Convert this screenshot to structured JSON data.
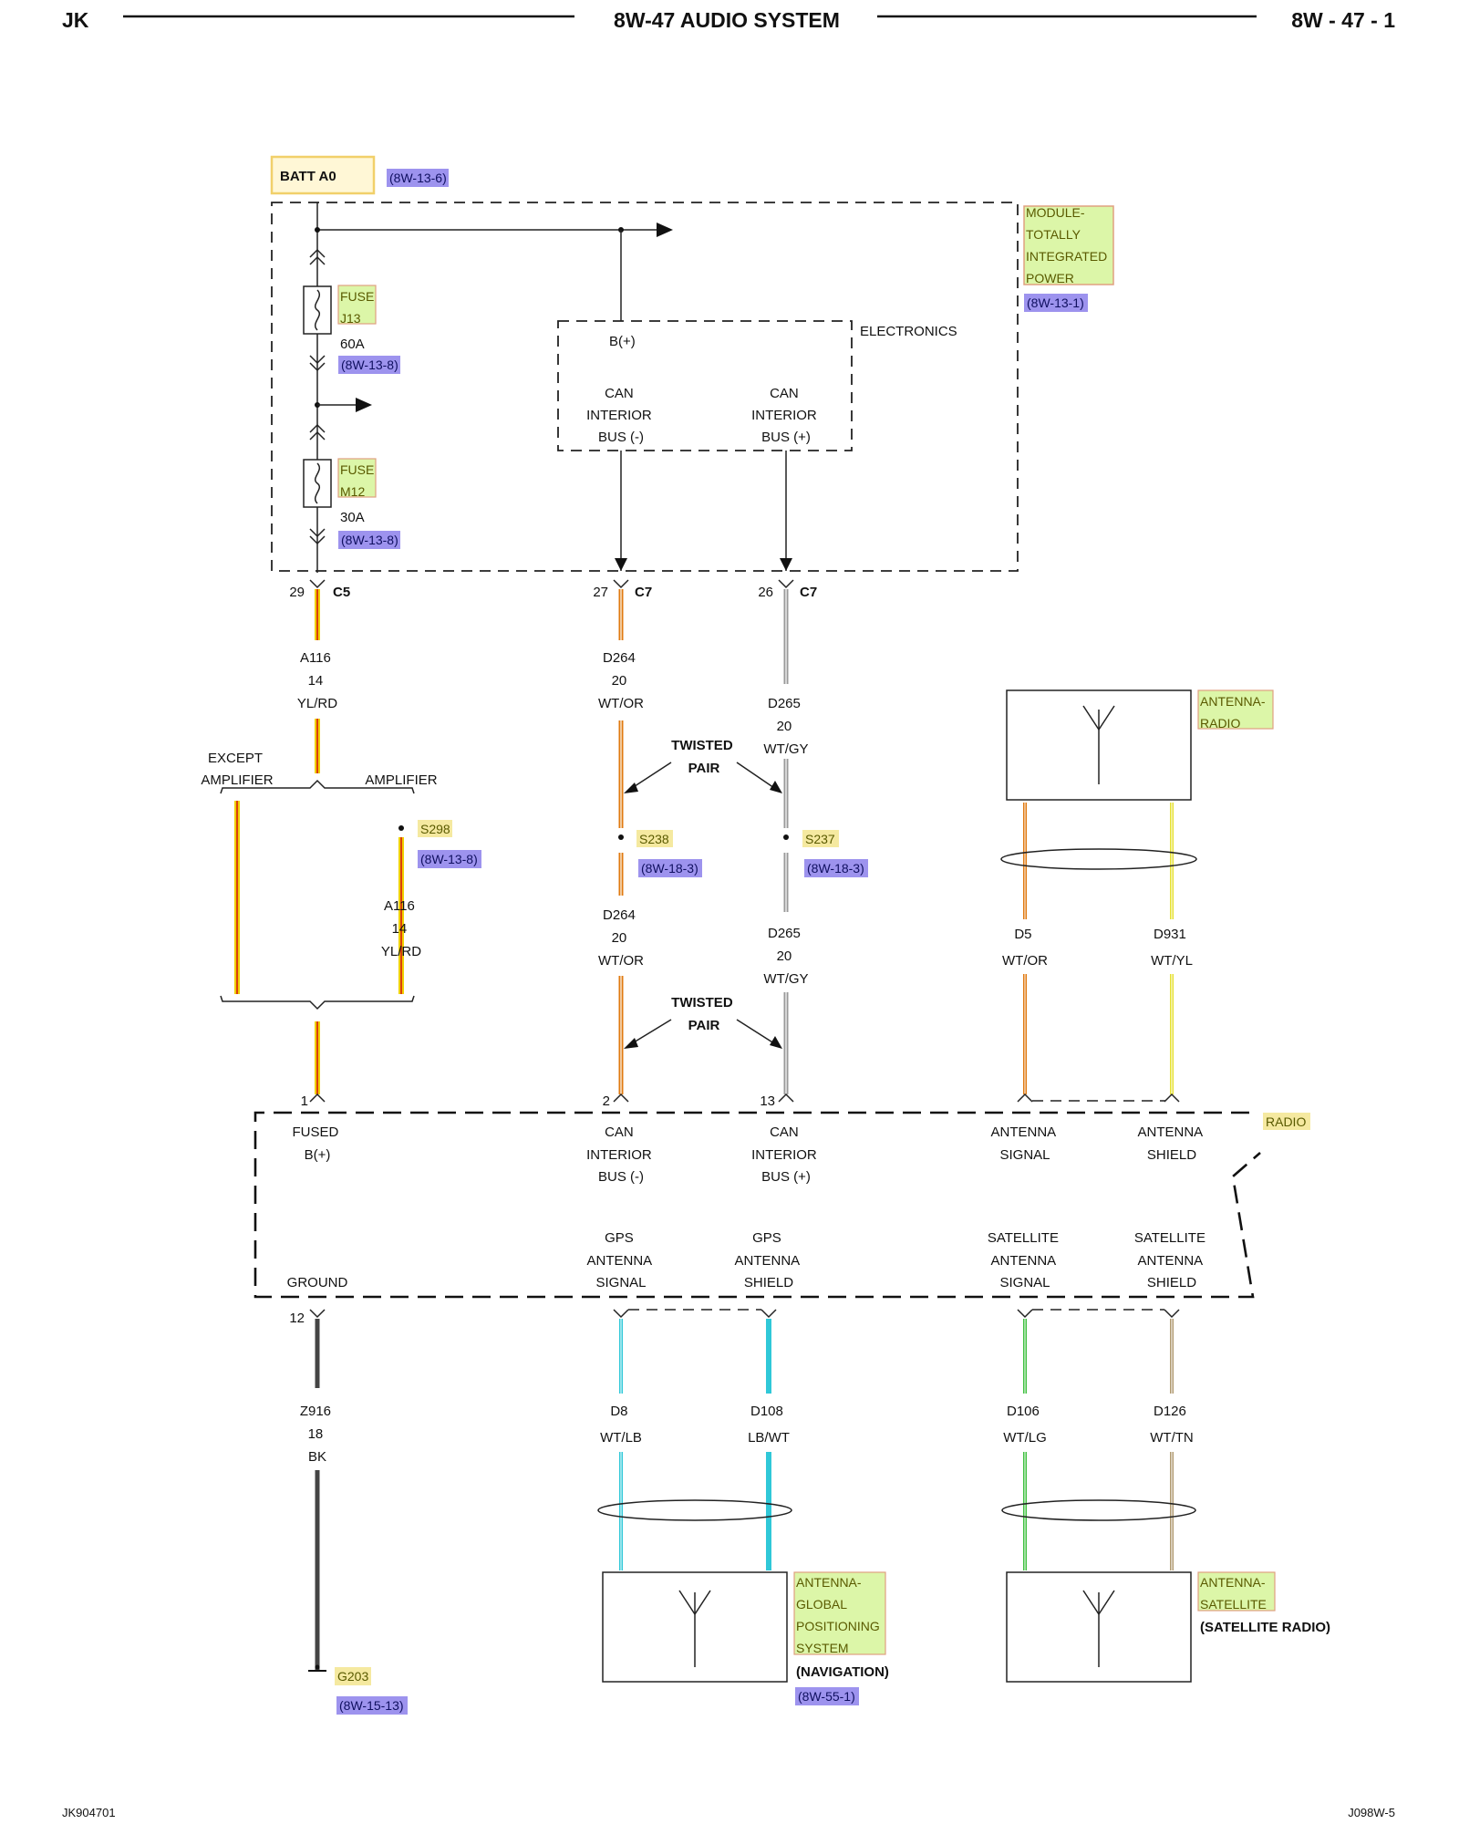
{
  "header": {
    "left": "JK",
    "title": "8W-47 AUDIO SYSTEM",
    "right": "8W - 47 - 1"
  },
  "footer": {
    "left": "JK904701",
    "right": "J098W-5"
  },
  "power": {
    "source": "BATT A0",
    "source_ref": "(8W-13-6)",
    "module_name": [
      "MODULE-",
      "TOTALLY",
      "INTEGRATED",
      "POWER"
    ],
    "module_ref": "(8W-13-1)",
    "electronics": "ELECTRONICS",
    "b_plus": "B(+)",
    "can_minus": [
      "CAN",
      "INTERIOR",
      "BUS (-)"
    ],
    "can_plus": [
      "CAN",
      "INTERIOR",
      "BUS (+)"
    ]
  },
  "fuses": [
    {
      "label": [
        "FUSE",
        "J13"
      ],
      "rating": "60A",
      "ref": "(8W-13-8)"
    },
    {
      "label": [
        "FUSE",
        "M12"
      ],
      "rating": "30A",
      "ref": "(8W-13-8)"
    }
  ],
  "connectors": {
    "c5_pin": "29",
    "c5": "C5",
    "c7a_pin": "27",
    "c7a": "C7",
    "c7b_pin": "26",
    "c7b": "C7"
  },
  "wires": {
    "a116_top": [
      "A116",
      "14",
      "YL/RD"
    ],
    "a116_mid": [
      "A116",
      "14",
      "YL/RD"
    ],
    "d264_top": [
      "D264",
      "20",
      "WT/OR"
    ],
    "d264_bot": [
      "D264",
      "20",
      "WT/OR"
    ],
    "d265_top": [
      "D265",
      "20",
      "WT/GY"
    ],
    "d265_bot": [
      "D265",
      "20",
      "WT/GY"
    ],
    "d5": [
      "D5",
      "WT/OR"
    ],
    "d931": [
      "D931",
      "WT/YL"
    ],
    "z916": [
      "Z916",
      "18",
      "BK"
    ],
    "d8": [
      "D8",
      "WT/LB"
    ],
    "d108": [
      "D108",
      "LB/WT"
    ],
    "d106": [
      "D106",
      "WT/LG"
    ],
    "d126": [
      "D126",
      "WT/TN"
    ]
  },
  "branch": {
    "except": [
      "EXCEPT",
      "AMPLIFIER"
    ],
    "amp": "AMPLIFIER"
  },
  "twisted_pair": [
    "TWISTED",
    "PAIR"
  ],
  "splices": [
    {
      "id": "S298",
      "ref": "(8W-13-8)"
    },
    {
      "id": "S238",
      "ref": "(8W-18-3)"
    },
    {
      "id": "S237",
      "ref": "(8W-18-3)"
    }
  ],
  "antenna_radio": {
    "name": [
      "ANTENNA-",
      "RADIO"
    ]
  },
  "radio": {
    "name": "RADIO",
    "pins": {
      "fused": "1",
      "can_minus": "2",
      "can_plus": "13",
      "ground": "12"
    },
    "fused": [
      "FUSED",
      "B(+)"
    ],
    "can_minus": [
      "CAN",
      "INTERIOR",
      "BUS (-)"
    ],
    "can_plus": [
      "CAN",
      "INTERIOR",
      "BUS (+)"
    ],
    "ant_signal": [
      "ANTENNA",
      "SIGNAL"
    ],
    "ant_shield": [
      "ANTENNA",
      "SHIELD"
    ],
    "gps_signal": [
      "GPS",
      "ANTENNA",
      "SIGNAL"
    ],
    "gps_shield": [
      "GPS",
      "ANTENNA",
      "SHIELD"
    ],
    "sat_signal": [
      "SATELLITE",
      "ANTENNA",
      "SIGNAL"
    ],
    "sat_shield": [
      "SATELLITE",
      "ANTENNA",
      "SHIELD"
    ],
    "ground": "GROUND"
  },
  "ground": {
    "id": "G203",
    "ref": "(8W-15-13)"
  },
  "gps_antenna": {
    "name": [
      "ANTENNA-",
      "GLOBAL",
      "POSITIONING",
      "SYSTEM"
    ],
    "note": "(NAVIGATION)",
    "ref": "(8W-55-1)"
  },
  "sat_antenna": {
    "name": [
      "ANTENNA-",
      "SATELLITE"
    ],
    "note": "(SATELLITE RADIO)"
  },
  "colors": {
    "yellow": "#f0d000",
    "red": "#d21010",
    "orange": "#e07a10",
    "gray": "#9a9a9a",
    "black": "#333333",
    "lightblue": "#30c8d8",
    "lightgreen": "#40c040",
    "tan": "#b09a70",
    "highlight_green": "#dcf6a8",
    "highlight_blue": "#9d93ee",
    "highlight_yellow": "#f5e9a0"
  }
}
